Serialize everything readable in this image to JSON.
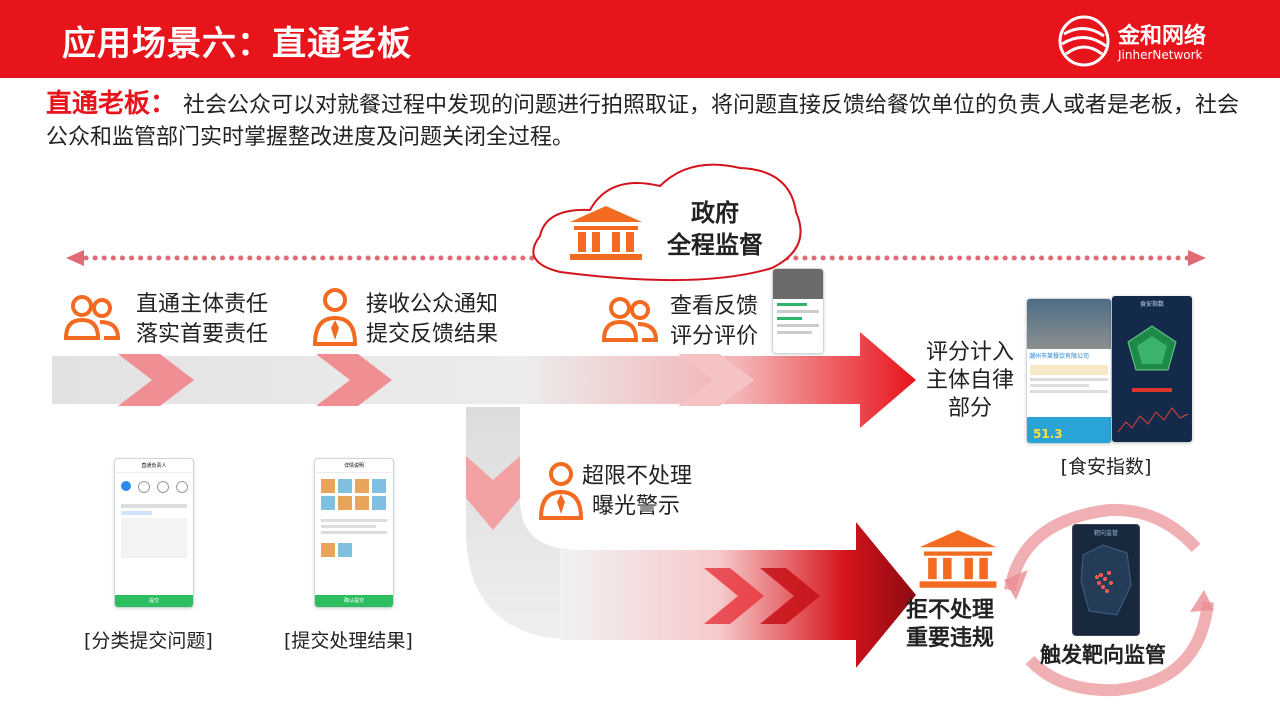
{
  "header": {
    "title": "应用场景六：直通老板",
    "brand_cn": "金和网络",
    "brand_en": "JinherNetwork",
    "color": "#e8141c"
  },
  "intro": {
    "label": "直通老板：",
    "text": "社会公众可以对就餐过程中发现的问题进行拍照取证，将问题直接反馈给餐饮单位的负责人或者是老板，社会公众和监管部门实时掌握整改进度及问题关闭全过程。"
  },
  "government": {
    "line1": "政府",
    "line2": "全程监督",
    "icon": "government-building-icon"
  },
  "steps": [
    {
      "line1": "直通主体责任",
      "line2": "落实首要责任",
      "icon": "people-icon"
    },
    {
      "line1": "接收公众通知",
      "line2": "提交反馈结果",
      "icon": "person-tie-icon"
    },
    {
      "line1": "查看反馈",
      "line2": "评分评价",
      "icon": "people-icon"
    }
  ],
  "score": {
    "line1": "评分计入",
    "line2": "主体自律",
    "line3": "部分"
  },
  "food_index_caption": "[食安指数]",
  "exposure": {
    "line1": "超限不处理",
    "line2": "曝光警示"
  },
  "refuse": {
    "line1": "拒不处理",
    "line2": "重要违规"
  },
  "targeted": "触发靶向监管",
  "captions": {
    "submit": "[分类提交问题]",
    "result": "[提交处理结果]"
  },
  "phone1": {
    "header": "直通负责人",
    "button": "提交"
  },
  "phone2": {
    "header": "详情说明",
    "button": "确认提交"
  },
  "dashboard": {
    "company": "潮州市某餐饮有限公司",
    "score": "51.3",
    "title": "食安指数"
  },
  "map_phone": {
    "title": "靶向监管"
  }
}
